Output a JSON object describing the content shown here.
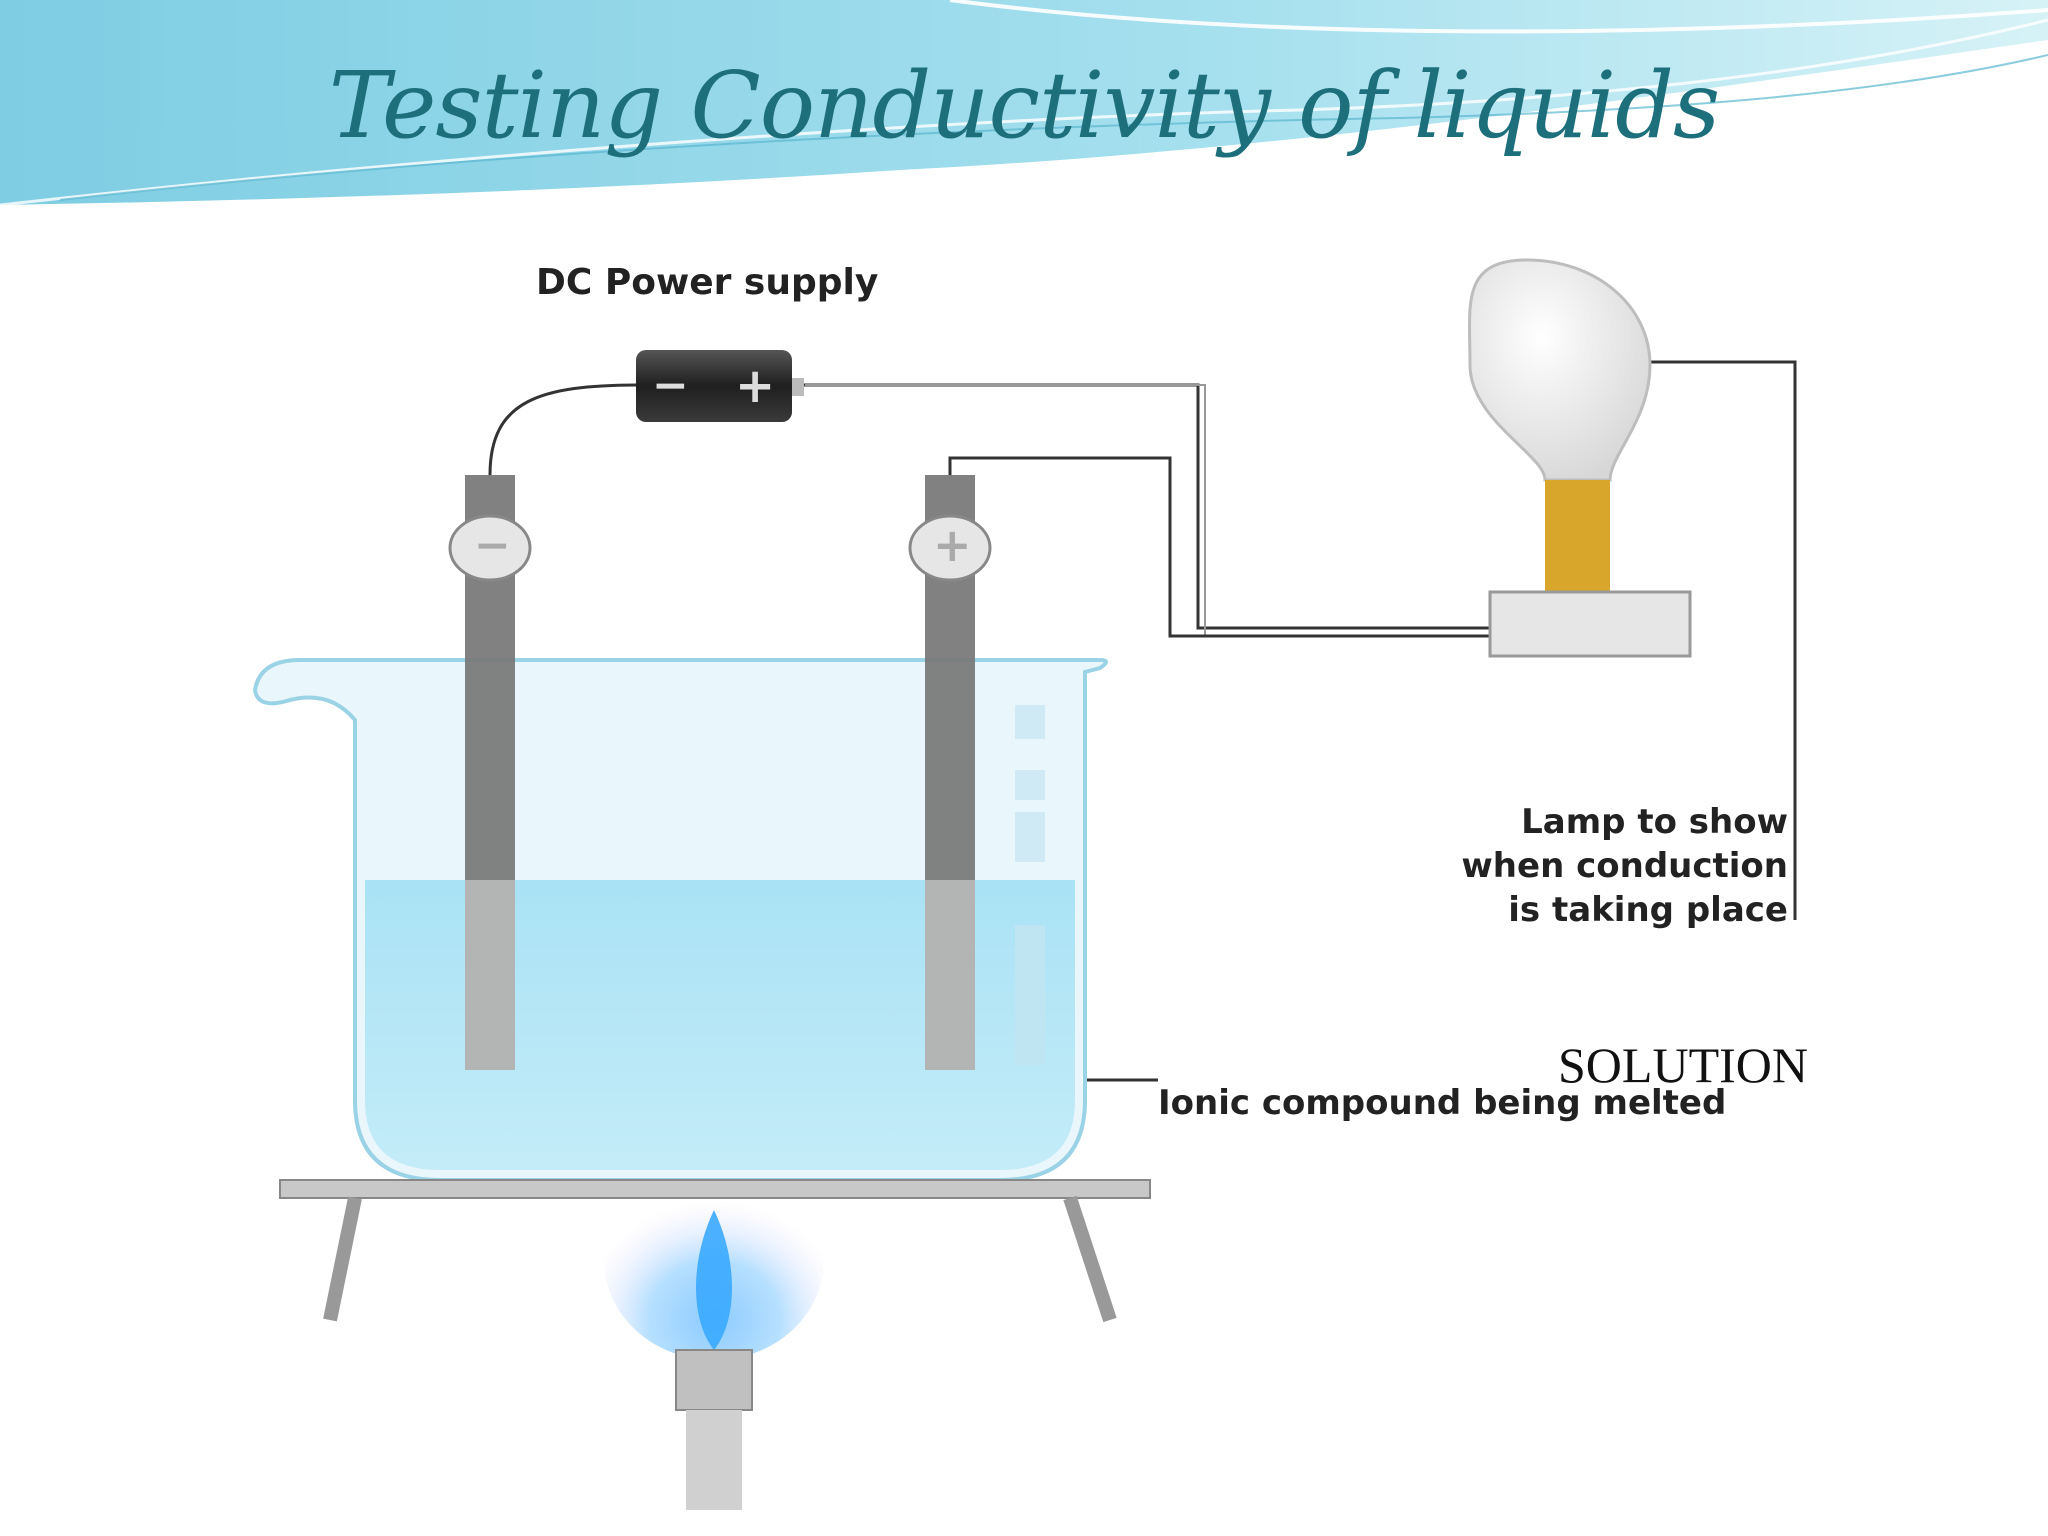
{
  "slide": {
    "title": "Testing Conductivity of liquids"
  },
  "diagram": {
    "power_label": "DC Power supply",
    "battery_minus": "−",
    "battery_plus": "+",
    "electrode_left_sign": "−",
    "electrode_right_sign": "+",
    "lamp_label_lines": [
      "Lamp to show",
      "when conduction",
      "is taking place"
    ],
    "beaker_label": "Ionic compound being melted",
    "overlay_label": "SOLUTION"
  },
  "colors": {
    "title": "#1d6f7c",
    "header_band": "#7fd0e6",
    "liquid": "#9fdcf2",
    "electrode": "#7a7a7a",
    "battery": "#2a2a2a",
    "lamp_base": "#d8a62a"
  }
}
